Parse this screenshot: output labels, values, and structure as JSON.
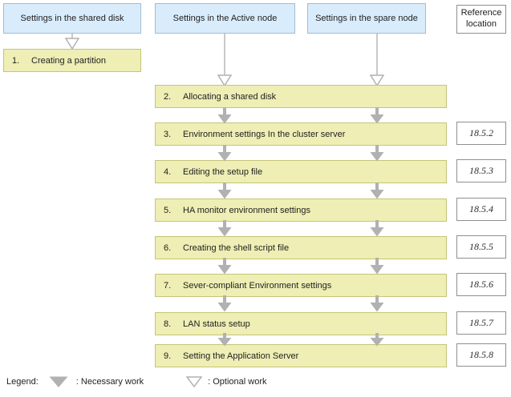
{
  "headers": [
    {
      "label": "Settings in the shared disk"
    },
    {
      "label": "Settings in the Active node"
    },
    {
      "label": "Settings in the spare node"
    },
    {
      "label": "Reference location"
    }
  ],
  "steps": [
    {
      "num": "1.",
      "label": "Creating a partition",
      "ref": ""
    },
    {
      "num": "2.",
      "label": "Allocating a shared disk",
      "ref": ""
    },
    {
      "num": "3.",
      "label": "Environment settings In the cluster server",
      "ref": "18.5.2"
    },
    {
      "num": "4.",
      "label": "Editing the setup file",
      "ref": "18.5.3"
    },
    {
      "num": "5.",
      "label": "HA monitor environment settings",
      "ref": "18.5.4"
    },
    {
      "num": "6.",
      "label": "Creating the shell script file",
      "ref": "18.5.5"
    },
    {
      "num": "7.",
      "label": "Sever-compliant Environment settings",
      "ref": "18.5.6"
    },
    {
      "num": "8.",
      "label": "LAN status setup",
      "ref": "18.5.7"
    },
    {
      "num": "9.",
      "label": "Setting the Application Server",
      "ref": "18.5.8"
    }
  ],
  "legend": {
    "label": "Legend:",
    "necessary_label": ": Necessary work",
    "optional_label": ": Optional work"
  },
  "icons": {
    "necessary_arrow": "filled-down-triangle",
    "optional_arrow": "outline-down-triangle"
  },
  "colors": {
    "header_fill": "#d9ecfb",
    "header_border": "#a2bccf",
    "step_fill": "#eeeeb5",
    "step_border": "#c5c578",
    "arrow_gray": "#b1b1b1",
    "line_gray": "#c9c9c9",
    "ref_border": "#8f8f8f"
  }
}
